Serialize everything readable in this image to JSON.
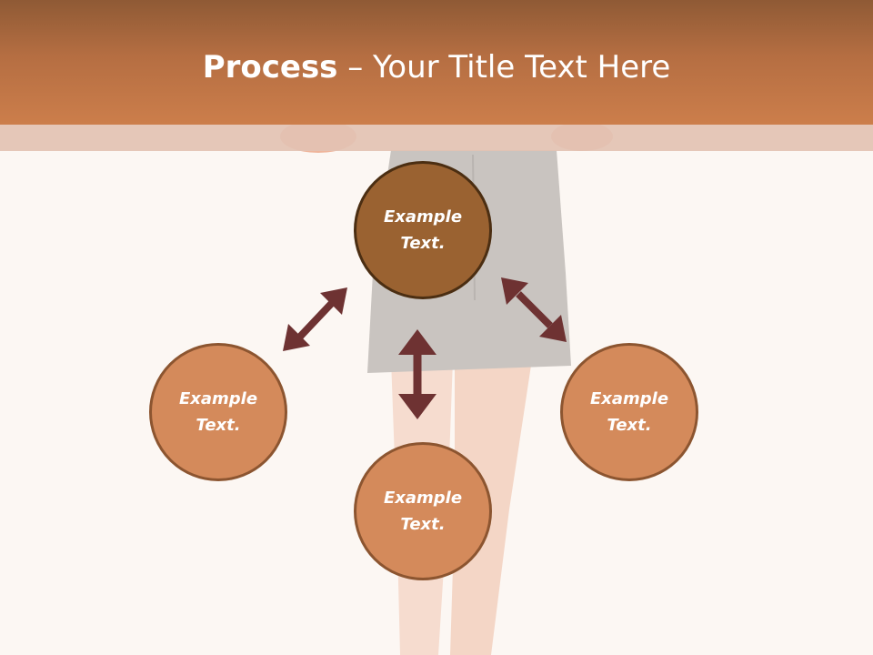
{
  "header": {
    "title_bold": "Process",
    "title_rest": " – Your Title Text Here"
  },
  "diagram": {
    "center": {
      "label": "Example Text."
    },
    "left": {
      "label": "Example Text."
    },
    "bottom": {
      "label": "Example Text."
    },
    "right": {
      "label": "Example Text."
    }
  },
  "colors": {
    "header_top": "#8f5a35",
    "header_bottom": "#cc7e4b",
    "center_node": "#9a6231",
    "leaf_node": "#d48a5b",
    "arrow": "#6e3232",
    "background": "#fcf7f3"
  },
  "icons": {
    "arrow": "double-headed-arrow"
  }
}
